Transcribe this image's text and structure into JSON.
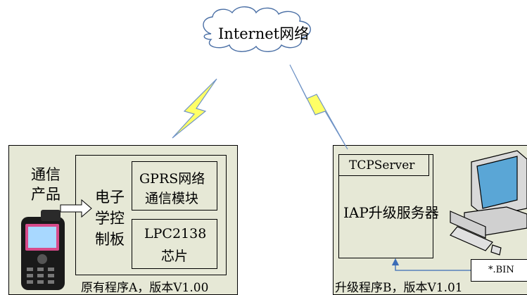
{
  "cloud": {
    "label": "Internet网络"
  },
  "left_system": {
    "product_label_line1": "通信",
    "product_label_line2": "产品",
    "board_label_line1": "电子",
    "board_label_line2": "学控",
    "board_label_line3": "制板",
    "gprs_line1": "GPRS网络",
    "gprs_line2": "通信模块",
    "chip_line1": "LPC2138",
    "chip_line2": "芯片",
    "caption": "原有程序A，版本V1.00"
  },
  "right_system": {
    "tcp_label": "TCPServer",
    "iap_label": "IAP升级服务器",
    "bin_label": "*.BIN",
    "caption": "升级程序B，版本V1.01"
  },
  "colors": {
    "panel_fill": "#e6e8d6",
    "lightning_fill": "#ffff66",
    "lightning_stroke": "#6f93c6",
    "cloud_stroke": "#4a6fa5",
    "arrow_blue": "#3b6cb7"
  }
}
